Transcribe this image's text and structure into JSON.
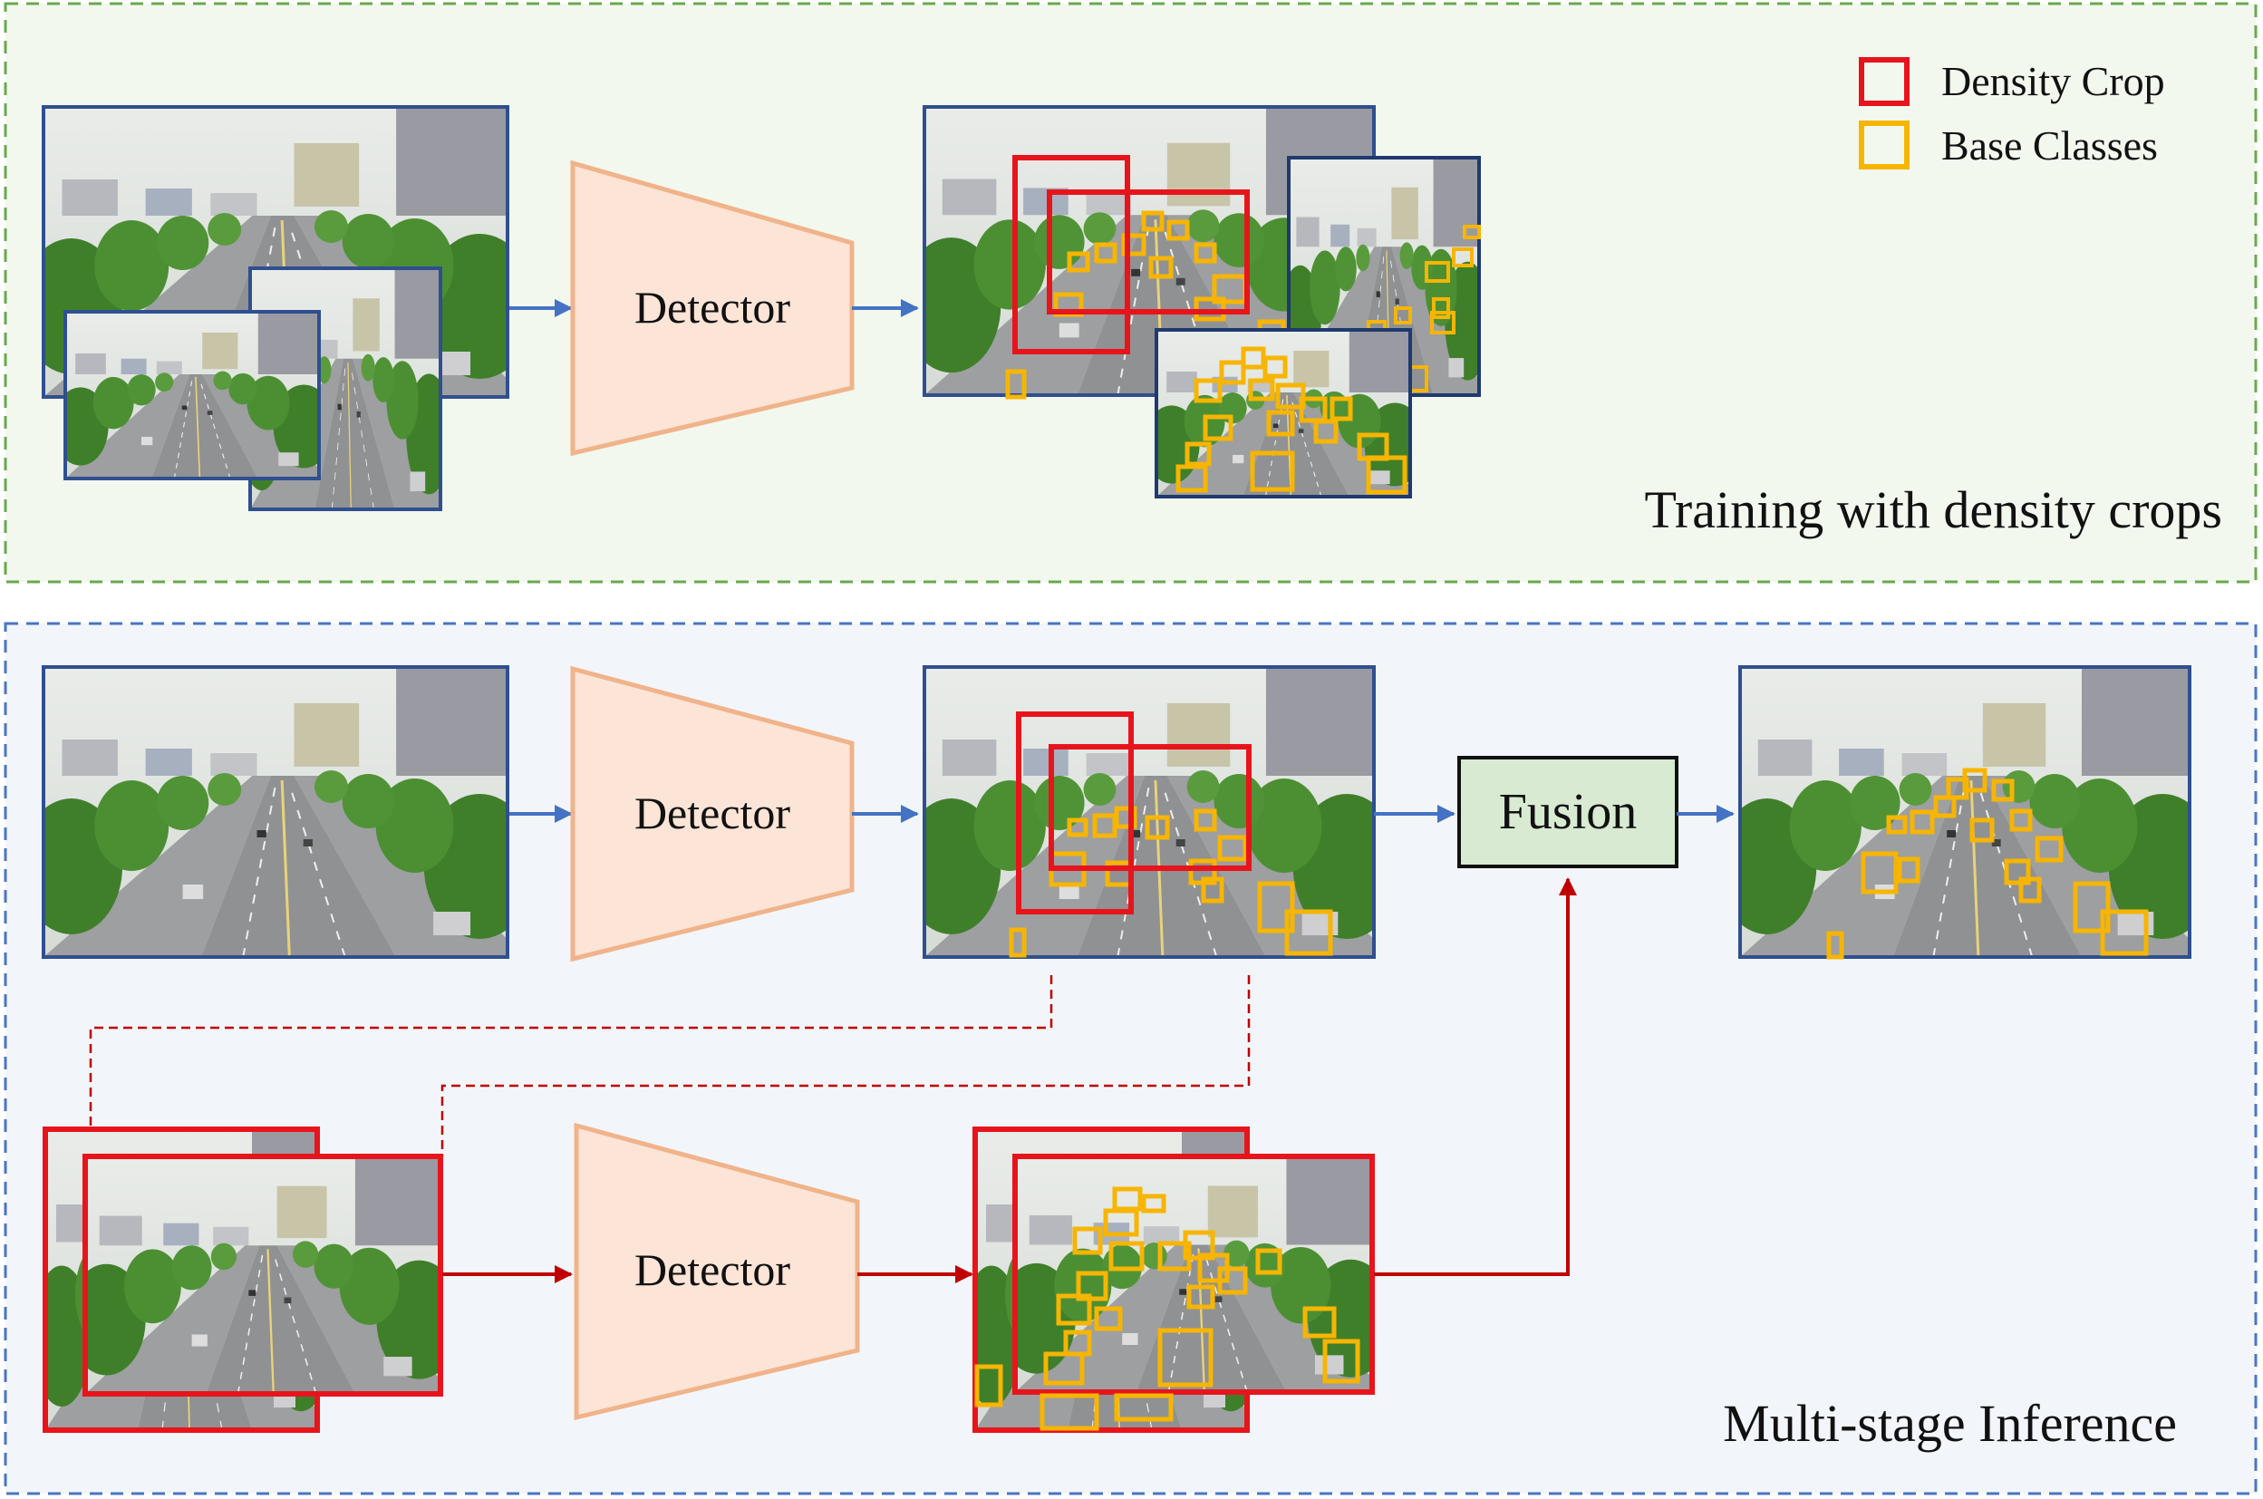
{
  "legend": {
    "items": [
      {
        "label": "Density Crop",
        "color": "#e8141c"
      },
      {
        "label": "Base Classes",
        "color": "#f7b500"
      }
    ]
  },
  "training": {
    "title": "Training with density crops",
    "detector_label": "Detector"
  },
  "inference": {
    "title": "Multi-stage Inference",
    "detector_label": "Detector",
    "fusion_label": "Fusion"
  },
  "colors": {
    "training_bg": "#f2f8ee",
    "training_border": "#6aa84f",
    "inference_bg": "#f2f6fb",
    "inference_border": "#4a74c4",
    "detector_fill": "#fce4d6",
    "detector_stroke": "#f0b38a",
    "fusion_fill": "#d9ead3",
    "arrow_blue": "#4472c4",
    "arrow_red": "#c00000",
    "crop_red": "#e8141c",
    "box_yellow": "#f7b500",
    "frame_blue": "#2f4f8f"
  }
}
